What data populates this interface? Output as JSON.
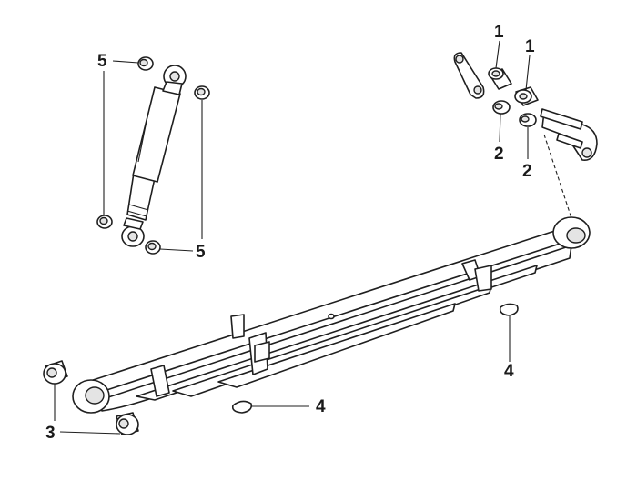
{
  "callouts": {
    "n1a": "1",
    "n1b": "1",
    "n2a": "2",
    "n2b": "2",
    "n3": "3",
    "n4a": "4",
    "n4b": "4",
    "n5a": "5",
    "n5b": "5"
  }
}
